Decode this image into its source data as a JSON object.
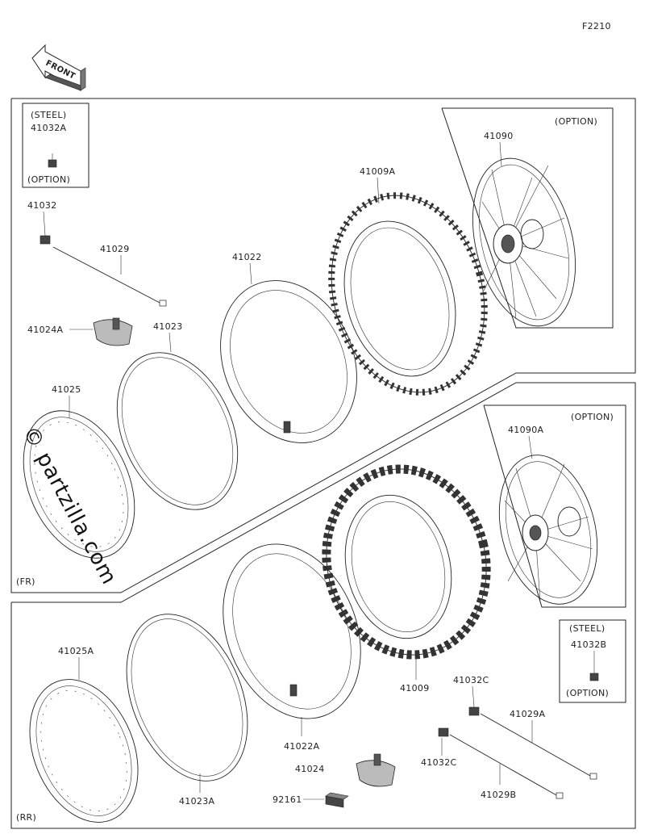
{
  "figure_code": "F2210",
  "front_label": "FRONT",
  "watermark": "© partzilla.com",
  "sections": {
    "front": "(FR)",
    "rear": "(RR)"
  },
  "boxes": {
    "steel_front": {
      "title": "(STEEL)",
      "part": "41032A",
      "note": "(OPTION)"
    },
    "wheel_front": {
      "note": "(OPTION)",
      "part": "41090"
    },
    "wheel_rear": {
      "note": "(OPTION)",
      "part": "41090A"
    },
    "steel_rear": {
      "title": "(STEEL)",
      "part": "41032B",
      "note": "(OPTION)"
    }
  },
  "parts": {
    "p41032": "41032",
    "p41029": "41029",
    "p41024A": "41024A",
    "p41023": "41023",
    "p41025": "41025",
    "p41022": "41022",
    "p41009A": "41009A",
    "p41025A": "41025A",
    "p41023A": "41023A",
    "p41022A": "41022A",
    "p41024": "41024",
    "p92161": "92161",
    "p41009": "41009",
    "p41032C_top": "41032C",
    "p41032C_bottom": "41032C",
    "p41029A": "41029A",
    "p41029B": "41029B"
  }
}
